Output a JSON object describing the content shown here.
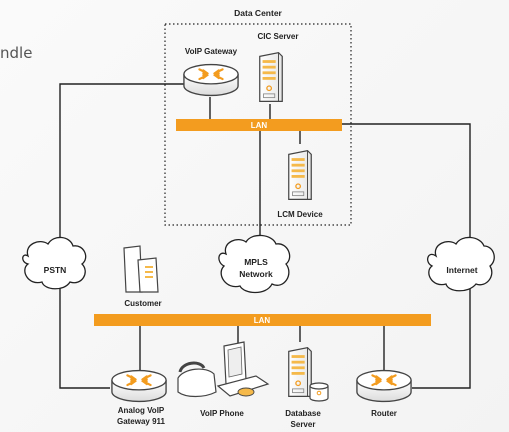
{
  "diagram": {
    "title_fragment": "ndle",
    "data_center_label": "Data Center",
    "colors": {
      "lan": "#f39c1f",
      "line": "#222222",
      "arrow": "#f39c1f",
      "server_accent": "#f5b94a"
    },
    "nodes": {
      "voip_gateway": "VoIP Gateway",
      "cic_server": "CIC Server",
      "lcm_device": "LCM Device",
      "pstn": "PSTN",
      "customer": "Customer",
      "mpls_line1": "MPLS",
      "mpls_line2": "Network",
      "internet": "Internet",
      "analog_line1": "Analog VoIP",
      "analog_line2": "Gateway 911",
      "voip_phone": "VoIP Phone",
      "db_line1": "Database",
      "db_line2": "Server",
      "router": "Router"
    },
    "lan_top": "LAN",
    "lan_bottom": "LAN"
  }
}
